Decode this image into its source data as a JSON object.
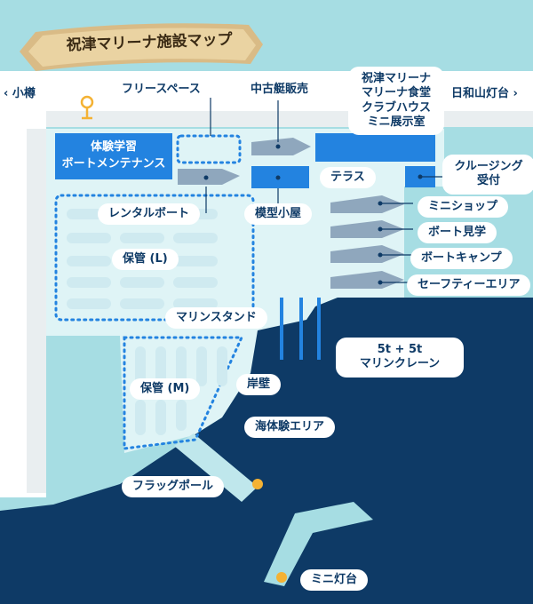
{
  "title": "祝津マリーナ施設マップ",
  "roads": {
    "left": "小樽",
    "right": "日和山灯台"
  },
  "areas": {
    "taiken": [
      "体験学習",
      "ボートメンテナンス"
    ],
    "free_space": "フリースペース",
    "chuko": "中古艇販売",
    "clubhouse": [
      "祝津マリーナ",
      "マリーナ食堂",
      "クラブハウス",
      "ミニ展示室"
    ],
    "rental_boat": "レンタルボート",
    "mokei": "模型小屋",
    "terrace": "テラス",
    "cruising": [
      "クルージング",
      "受付"
    ],
    "mini_shop": "ミニショップ",
    "boat_kengaku": "ボート見学",
    "boat_camp": "ボートキャンプ",
    "safety": "セーフティーエリア",
    "hokan_l": "保管 (L)",
    "marine_stand": "マリンスタンド",
    "crane": [
      "5t + 5t",
      "マリンクレーン"
    ],
    "hokan_m": "保管 (M)",
    "ganpeki": "岸壁",
    "umi_taiken": "海体験エリア",
    "flagpole": "フラッグポール",
    "mini_toudai": "ミニ灯台"
  },
  "colors": {
    "sea": "#a6dde3",
    "deep_sea": "#0e3a66",
    "land": "#dff4f6",
    "facility": "#2383e0",
    "boat": "#8fa7bd",
    "road": "#ffffff",
    "marker": "#f4b234"
  },
  "icons": [
    "location-pin-icon"
  ]
}
